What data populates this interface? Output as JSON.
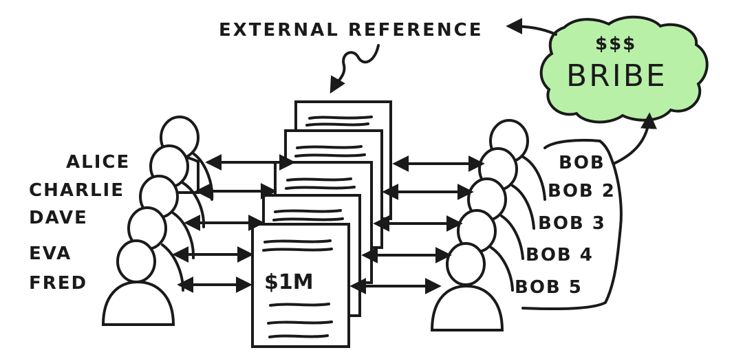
{
  "labels": {
    "external_reference": "EXTERNAL REFERENCE",
    "bribe_currency": "$$$",
    "bribe": "BRIBE",
    "document_amount": "$1M"
  },
  "left_parties": [
    "ALICE",
    "CHARLIE",
    "DAVE",
    "EVA",
    "FRED"
  ],
  "right_parties": [
    "BOB",
    "BOB 2",
    "BOB 3",
    "BOB 4",
    "BOB 5"
  ],
  "colors": {
    "ink": "#1a1a1a",
    "bribe_cloud_fill": "#b8f0a8",
    "paper": "#ffffff"
  }
}
